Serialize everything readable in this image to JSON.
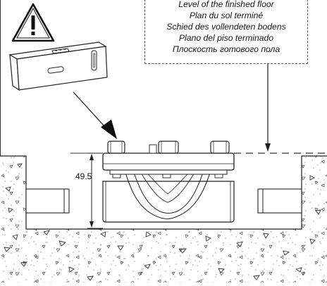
{
  "caption": {
    "lines": [
      "Level of the finished floor",
      "Plan du sol terminé",
      "Schied des vollendeten bodens",
      "Plano del piso terminado",
      "Плоскость готового пола"
    ]
  },
  "dimension": {
    "value": "49.5"
  },
  "icons": {
    "warning": "warning-triangle-icon",
    "level_tool": "spirit-level-icon"
  }
}
